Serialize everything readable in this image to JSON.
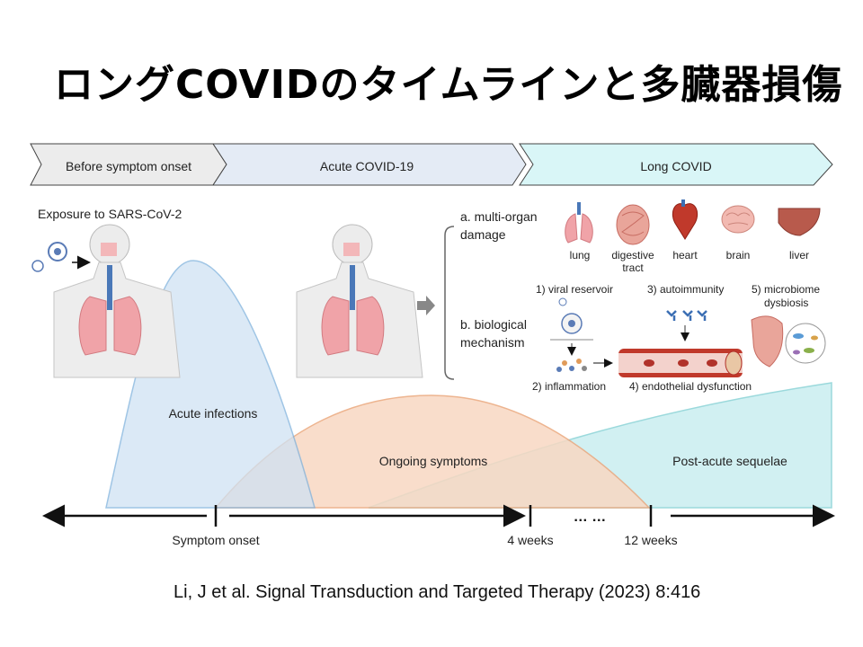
{
  "title": "ロングCOVIDのタイムラインと多臓器損傷",
  "phases": [
    "Before symptom onset",
    "Acute COVID-19",
    "Long COVID"
  ],
  "exposure_label": "Exposure to SARS-CoV-2",
  "curves": {
    "acute": "Acute infections",
    "ongoing": "Ongoing symptoms",
    "post": "Post-acute sequelae"
  },
  "section_a": [
    "a. multi-organ",
    "damage"
  ],
  "organs": {
    "lung": "lung",
    "digestive": [
      "digestive",
      "tract"
    ],
    "heart": "heart",
    "brain": "brain",
    "liver": "liver"
  },
  "section_b": [
    "b. biological",
    "mechanism"
  ],
  "mechanisms": {
    "m1": "1) viral reservoir",
    "m2": "2) inflammation",
    "m3": "3) autoimmunity",
    "m4": "4) endothelial dysfunction",
    "m5": [
      "5) microbiome",
      "dysbiosis"
    ]
  },
  "timeline": {
    "onset": "Symptom onset",
    "w4": "4 weeks",
    "dots": "… …",
    "w12": "12 weeks"
  },
  "citation": "Li, J et al.  Signal Transduction and Targeted Therapy (2023) 8:416",
  "colors": {
    "phase1": "#ececec",
    "phase2": "#e4ebf5",
    "phase3": "#d9f6f7",
    "acute_fill": "#cfe2f3",
    "ongoing_fill": "#f8d8c2",
    "post_fill": "#c9eef0"
  }
}
